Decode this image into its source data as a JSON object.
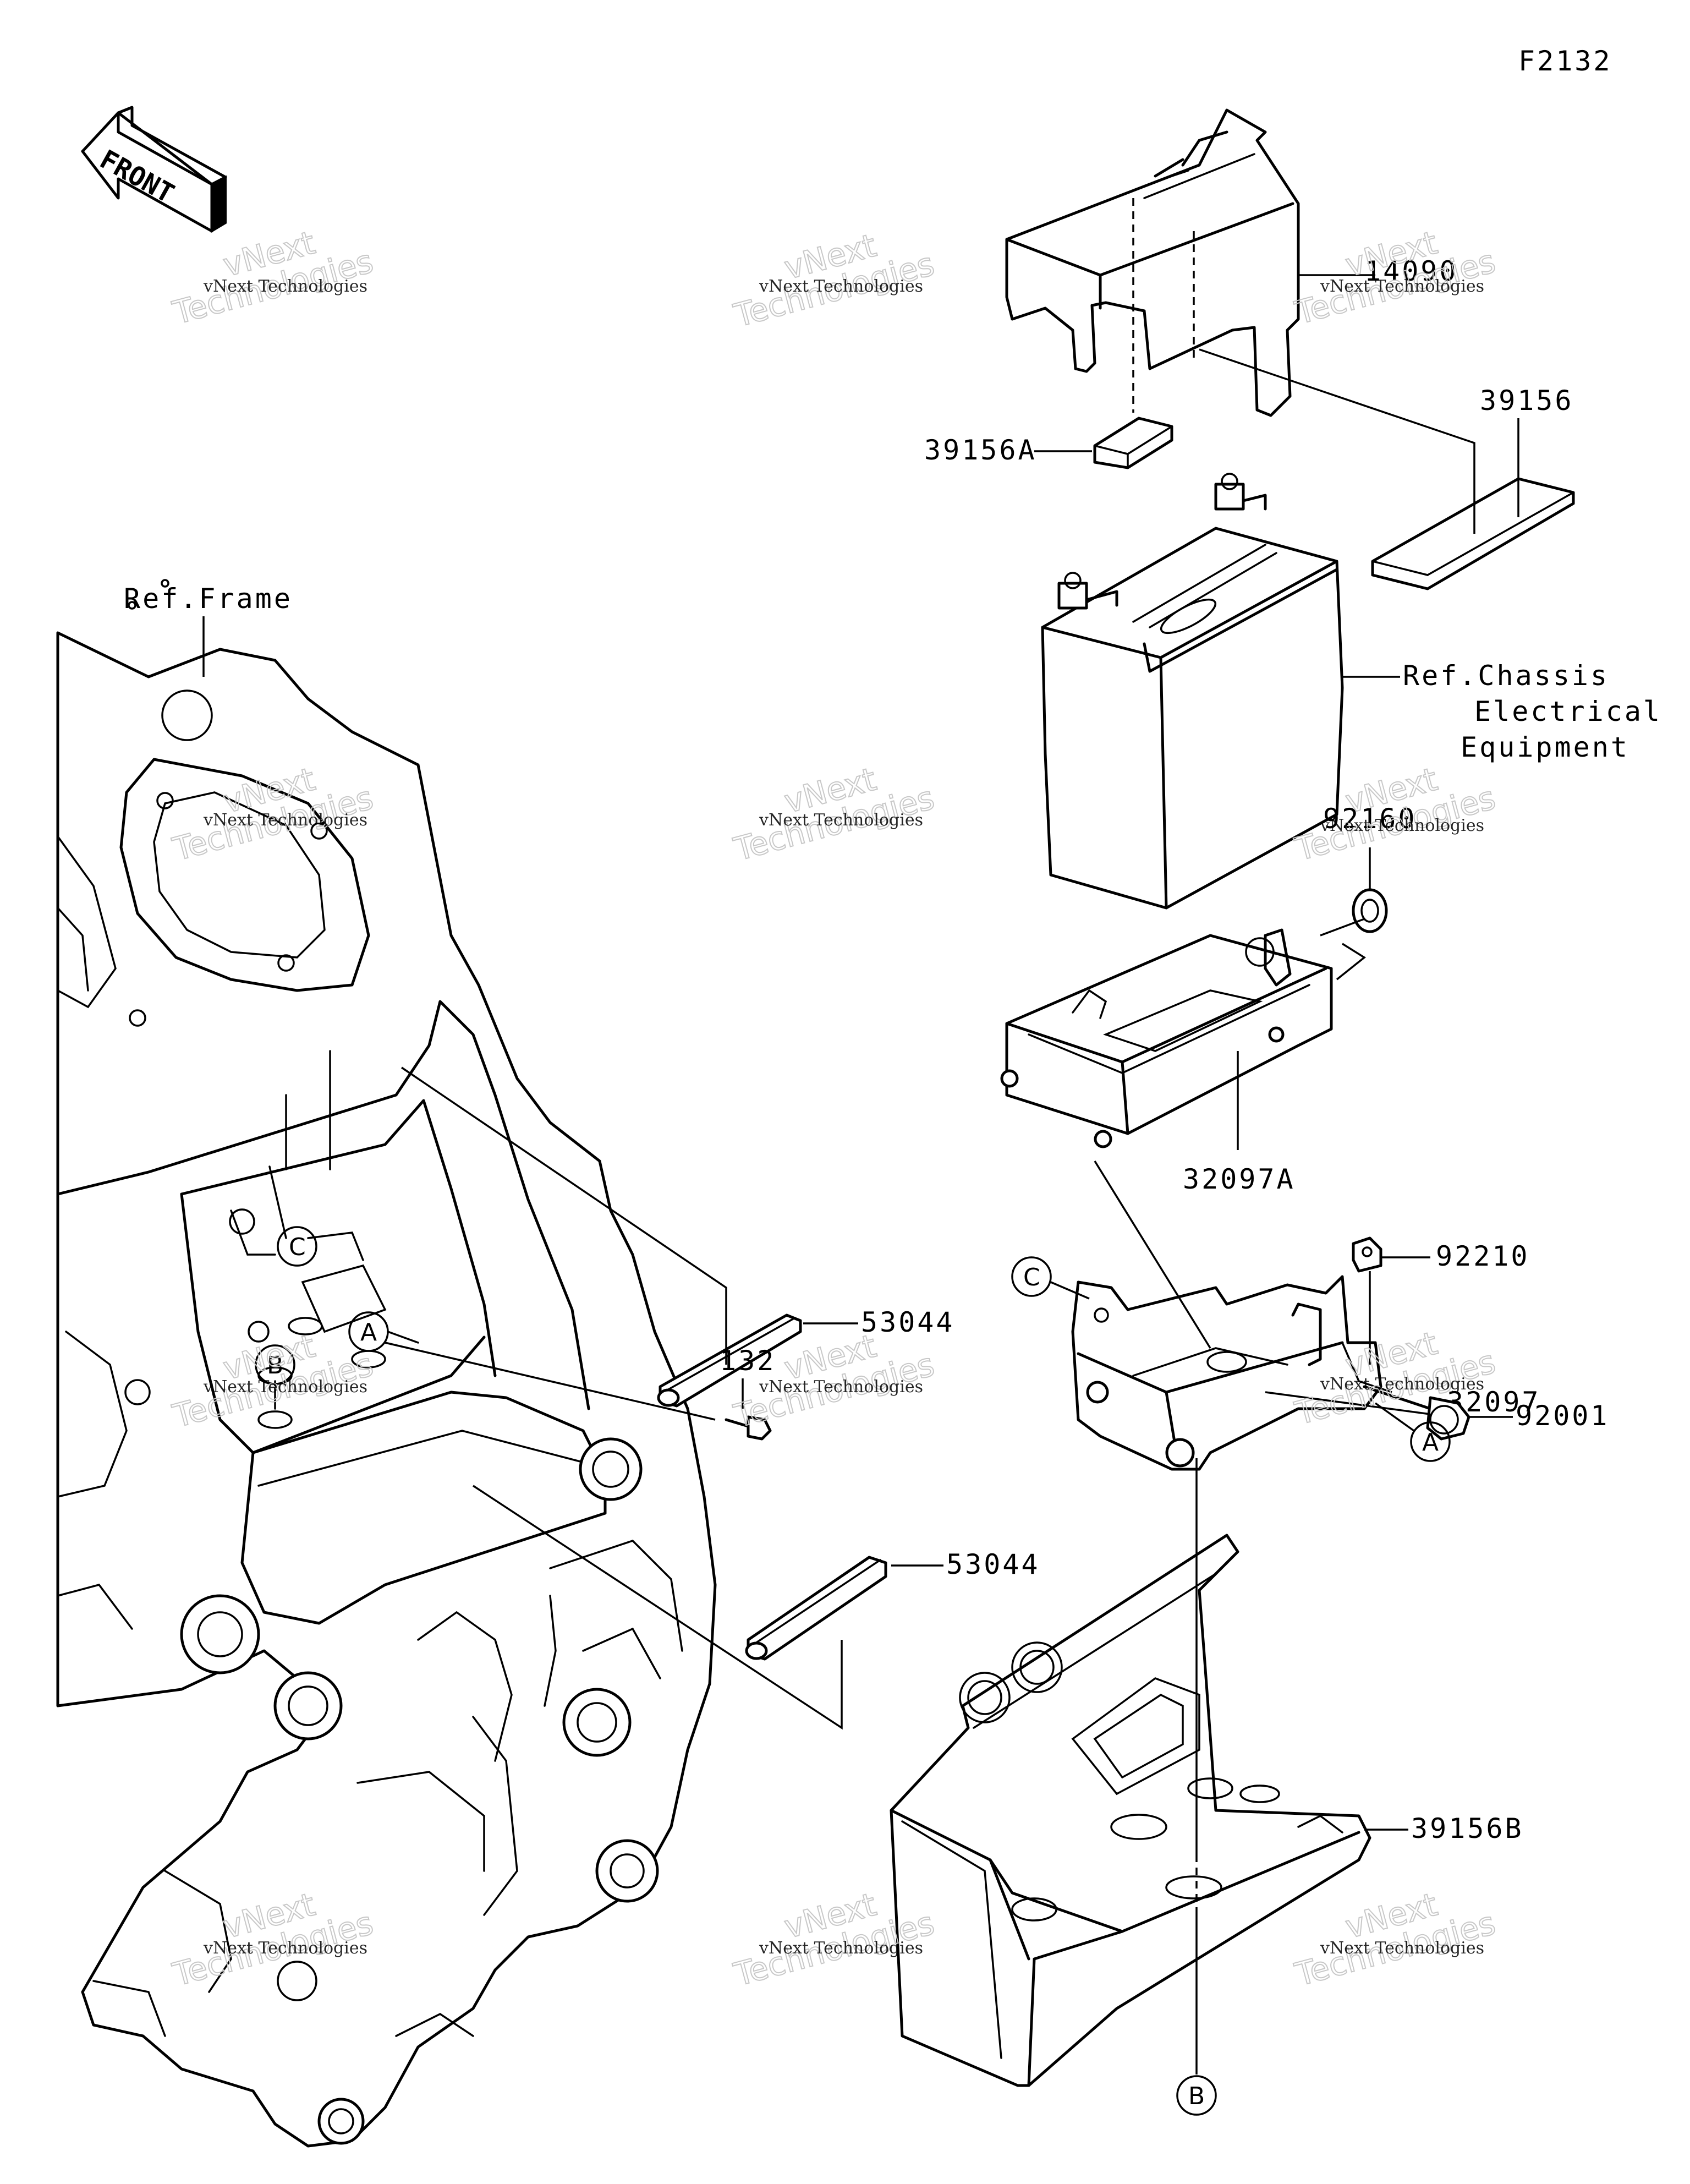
{
  "figure_code": "F2132",
  "front_arrow": {
    "text": "FRONT"
  },
  "parts": {
    "p14090": "14090",
    "p39156": "39156",
    "p39156a": "39156A",
    "p39156b": "39156B",
    "ref_frame": "Ref.Frame",
    "ref_chassis_1": "Ref.Chassis",
    "ref_chassis_2": "Electrical",
    "ref_chassis_3": "Equipment",
    "p92160": "92160",
    "p32097a": "32097A",
    "p92210": "92210",
    "p32097": "32097",
    "p92001": "92001",
    "p53044_upper": "53044",
    "p53044_lower": "53044",
    "p132": "132"
  },
  "callouts": {
    "c_left": "C",
    "a_left": "A",
    "b_left": "B",
    "c_right": "C",
    "a_right": "A",
    "b_bottom": "B"
  },
  "watermark": {
    "line1": "vNext Technologies",
    "big1": "vNext",
    "big2": "Technologies"
  }
}
